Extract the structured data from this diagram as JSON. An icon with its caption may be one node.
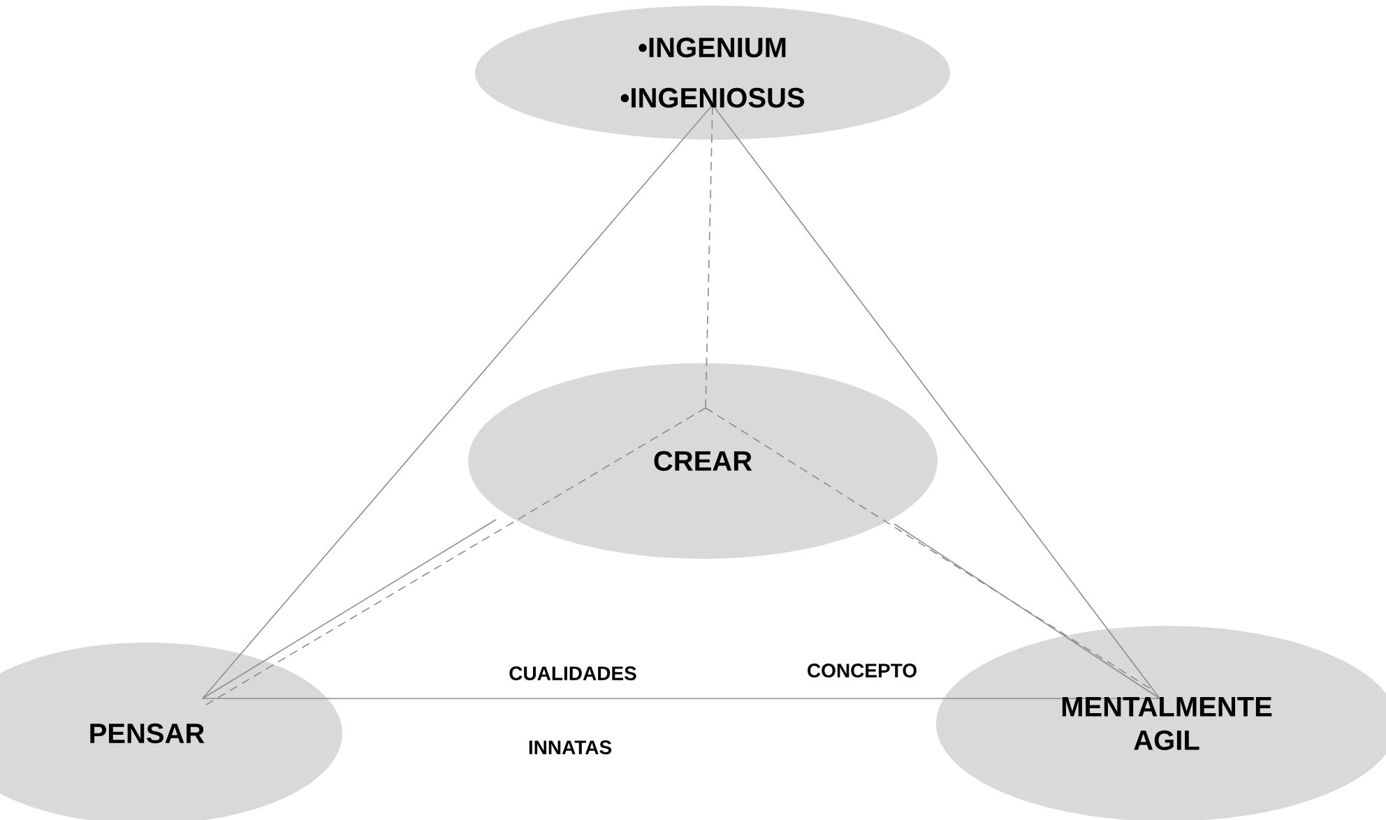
{
  "diagram": {
    "nodes": [
      {
        "text": [
          "•INGENIUM",
          "•INGENIOSUS"
        ]
      },
      {
        "text": [
          "CREAR"
        ]
      },
      {
        "text": [
          "PENSAR"
        ]
      },
      {
        "text": [
          "MENTALMENTE AGIL"
        ]
      }
    ],
    "edges": [
      {
        "from": 0,
        "to": 2,
        "arrow": "none"
      },
      {
        "from": 0,
        "to": 3,
        "arrow": "none"
      },
      {
        "from": 2,
        "to": 3,
        "arrow": "none"
      },
      {
        "from": 2,
        "to": 1,
        "arrow": "none"
      },
      {
        "from": 1,
        "to": 3,
        "arrow": "none"
      },
      {
        "from": 1,
        "to": 0,
        "arrow": "none",
        "style": "dashed"
      },
      {
        "from": 1,
        "to": 2,
        "arrow": "none",
        "style": "dashed"
      },
      {
        "from": 1,
        "to": 3,
        "arrow": "none",
        "style": "dashed"
      }
    ],
    "labels": [
      "CUALIDADES",
      "CONCEPTO",
      "INNATAS"
    ]
  }
}
